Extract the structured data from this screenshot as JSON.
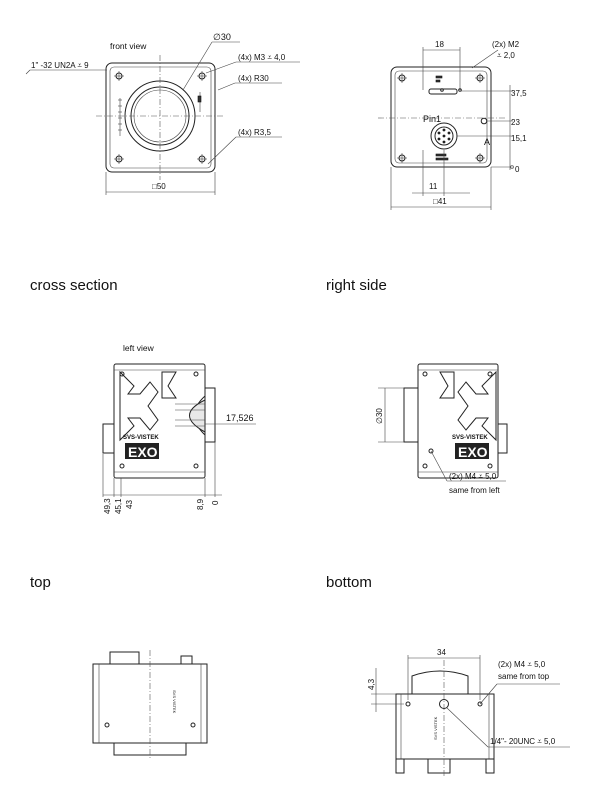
{
  "front": {
    "caption": "front view",
    "thread": "1\" -32 UN2A ⩡ 9",
    "diameter": "∅30",
    "holes": "(4x) M3 ⩡ 4,0",
    "r_outer": "(4x) R30",
    "r_inner": "(4x) R3,5",
    "width": "□50"
  },
  "rear": {
    "m2": "(2x) M2",
    "m2_depth": "⩡ 2,0",
    "top_width": "18",
    "d_375": "37,5",
    "d_23": "23",
    "d_151": "15,1",
    "d_0": "0",
    "d_11": "11",
    "width": "□41",
    "pin": "Pin1",
    "pin_a": "A"
  },
  "sections": {
    "cross_section": "cross section",
    "right_side": "right side",
    "top": "top",
    "bottom": "bottom"
  },
  "left": {
    "caption": "left view",
    "d_17526": "17,526",
    "ticks": [
      "49,3",
      "45,1",
      "43",
      "8,9",
      "0"
    ],
    "logo_brand": "SVS-VISTEK",
    "logo_model": "EXO"
  },
  "right": {
    "diameter": "∅30",
    "holes": "(2x) M4 ⩡ 5,0",
    "same": "same from left",
    "logo_brand": "SVS-VISTEK",
    "logo_model": "EXO"
  },
  "bottom": {
    "d_43": "4,3",
    "d_34": "34",
    "holes": "(2x) M4 ⩡ 5,0",
    "same": "same from top",
    "tripod": "1/4\"- 20UNC ⩡ 5,0"
  },
  "engraving": {
    "svs_vistek": "SVS VISTEK"
  }
}
